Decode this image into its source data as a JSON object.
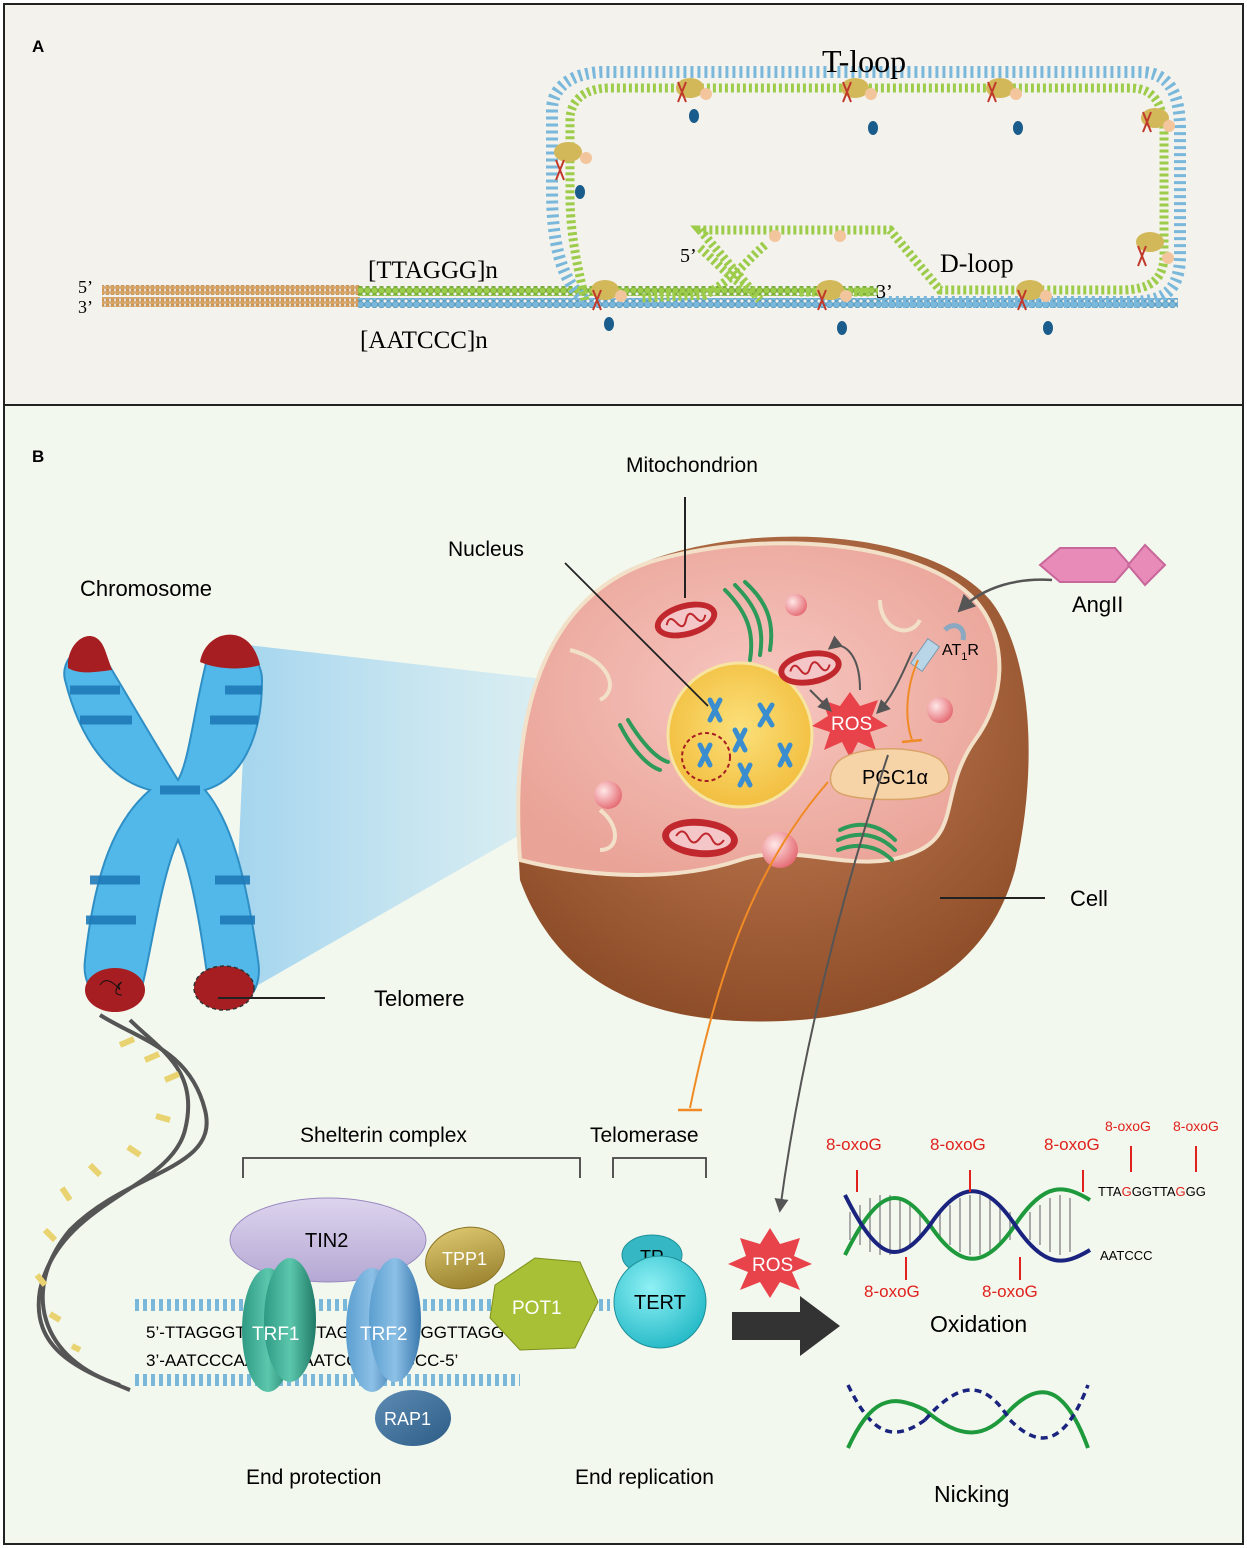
{
  "panelA": {
    "label": "A",
    "tloop": "T-loop",
    "dloop": "D-loop",
    "top_seq": "[TTAGGG]n",
    "bottom_seq": "[AATCCC]n",
    "five_prime": "5’",
    "three_prime": "3’",
    "inner_five": "5’",
    "inner_three": "3’"
  },
  "panelB": {
    "label": "B",
    "mitochondrion": "Mitochondrion",
    "nucleus": "Nucleus",
    "chromosome": "Chromosome",
    "telomere": "Telomere",
    "cell": "Cell",
    "angii": "AngII",
    "at1r_main": "AT",
    "at1r_sub": "1",
    "at1r_end": "R",
    "ros": "ROS",
    "pgc": "PGC1α",
    "shelterin": "Shelterin complex",
    "telomerase": "Telomerase",
    "end_protection": "End protection",
    "end_replication": "End replication",
    "seq_top": "5’-TTAGGGTTAGGGTTAGGGTTAGGGTTAGGG-3’",
    "seq_bottom": "3’-AATCCCAATCCCAATCCCAATCCC-5’",
    "proteins": {
      "tin2": "TIN2",
      "tpp1": "TPP1",
      "pot1": "POT1",
      "trf1": "TRF1",
      "trf2": "TRF2",
      "rap1": "RAP1",
      "tr": "TR",
      "tert": "TERT"
    },
    "ros2": "ROS",
    "oxo": "8-oxoG",
    "oxidation": "Oxidation",
    "nicking": "Nicking",
    "seq_right_a": "TTA",
    "seq_right_g1": "G",
    "seq_right_b": "GGTTA",
    "seq_right_g2": "G",
    "seq_right_c": "GG",
    "seq_right_bottom": "AATCCC"
  },
  "colors": {
    "panelA_bg": "#f3f2ec",
    "panelB_bg": "#f3f8ee",
    "blue_bead": "#6fb1d6",
    "green_bead": "#8cc63f",
    "orange_bead": "#d39a55",
    "ros_red": "#e8434a",
    "oxo_red": "#e0211d",
    "chromosome_blue": "#4fb6e8",
    "telomere_red": "#a61e22"
  }
}
